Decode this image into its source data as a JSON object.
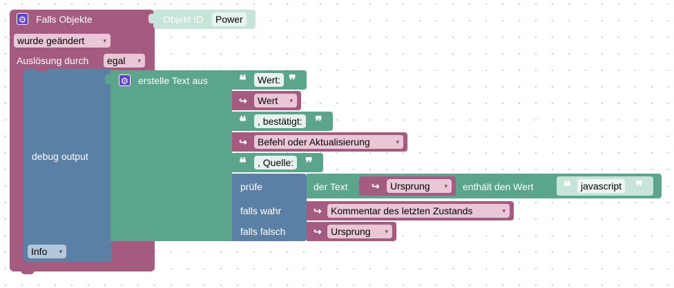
{
  "trigger": {
    "title": "Falls Objekte",
    "object_id_label": "Objekt ID",
    "object_id_value": "Power",
    "event_select": "wurde geändert",
    "ack_label": "Auslösung durch",
    "ack_select": "egal"
  },
  "debug": {
    "label": "debug output",
    "level_select": "Info"
  },
  "text_join": {
    "label": "erstelle Text aus",
    "items": {
      "t1": "Wert:",
      "v1": "Wert",
      "t2": ", bestätigt:",
      "v2": "Befehl oder Aktualisierung",
      "t3": ", Quelle:"
    }
  },
  "ternary": {
    "check_label": "prüfe",
    "true_label": "falls wahr",
    "false_label": "falls falsch",
    "true_value": "Kommentar des letzten Zustands",
    "false_value": "Ursprung"
  },
  "contains": {
    "text_label": "der Text",
    "text_value": "Ursprung",
    "contains_label": "enthält den Wert",
    "search_value": "javascript"
  },
  "colors": {
    "event_block": "#a55b80",
    "debug_block": "#5b80a5",
    "text_block": "#5ba58c",
    "value_block": "#a55b80",
    "dropdown_field": "#e9c7d6",
    "text_field": "#e6f2ed",
    "gear_icon": "#5b3fd9"
  },
  "icons": {
    "gear": "⚙",
    "quote_open": "❝",
    "quote_close": "❞",
    "arrow": "↪",
    "dropdown": "▾"
  }
}
